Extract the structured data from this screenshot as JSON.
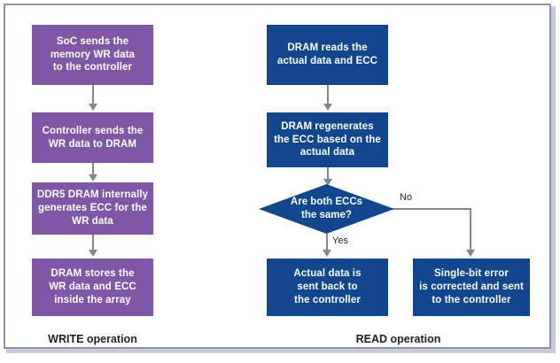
{
  "diagram": {
    "title": "DDR5 DRAM on-die ECC write and read operation flowchart",
    "colors": {
      "write_node": "#7e57a6",
      "read_node": "#11478f",
      "connector": "#7f8794",
      "frame": "#8d93ab",
      "label_text": "#231f20",
      "node_text": "#ffffff",
      "background": "#ffffff"
    },
    "captions": {
      "write": "WRITE operation",
      "read": "READ operation"
    },
    "write_flow": {
      "nodes": [
        {
          "id": "soc-send",
          "label": "SoC sends the\nmemory WR data\nto the controller"
        },
        {
          "id": "controller-send",
          "label": "Controller sends the\nWR data to DRAM"
        },
        {
          "id": "ddr5-gen-ecc",
          "label": "DDR5 DRAM internally\ngenerates ECC for the\nWR data"
        },
        {
          "id": "dram-store",
          "label": "DRAM stores the\nWR data and ECC\ninside the array"
        }
      ]
    },
    "read_flow": {
      "nodes": [
        {
          "id": "dram-read",
          "label": "DRAM reads the\nactual data and ECC"
        },
        {
          "id": "dram-regen-ecc",
          "label": "DRAM regenerates\nthe ECC based on the\nactual data"
        },
        {
          "id": "ecc-compare",
          "label": "Are both ECCs\nthe same?",
          "shape": "diamond"
        },
        {
          "id": "actual-data-sent",
          "label": "Actual data is\nsent back to\nthe controller"
        },
        {
          "id": "single-bit-error",
          "label": "Single-bit error\nis corrected and sent\nto the controller"
        }
      ],
      "edge_labels": {
        "yes": "Yes",
        "no": "No"
      }
    }
  }
}
